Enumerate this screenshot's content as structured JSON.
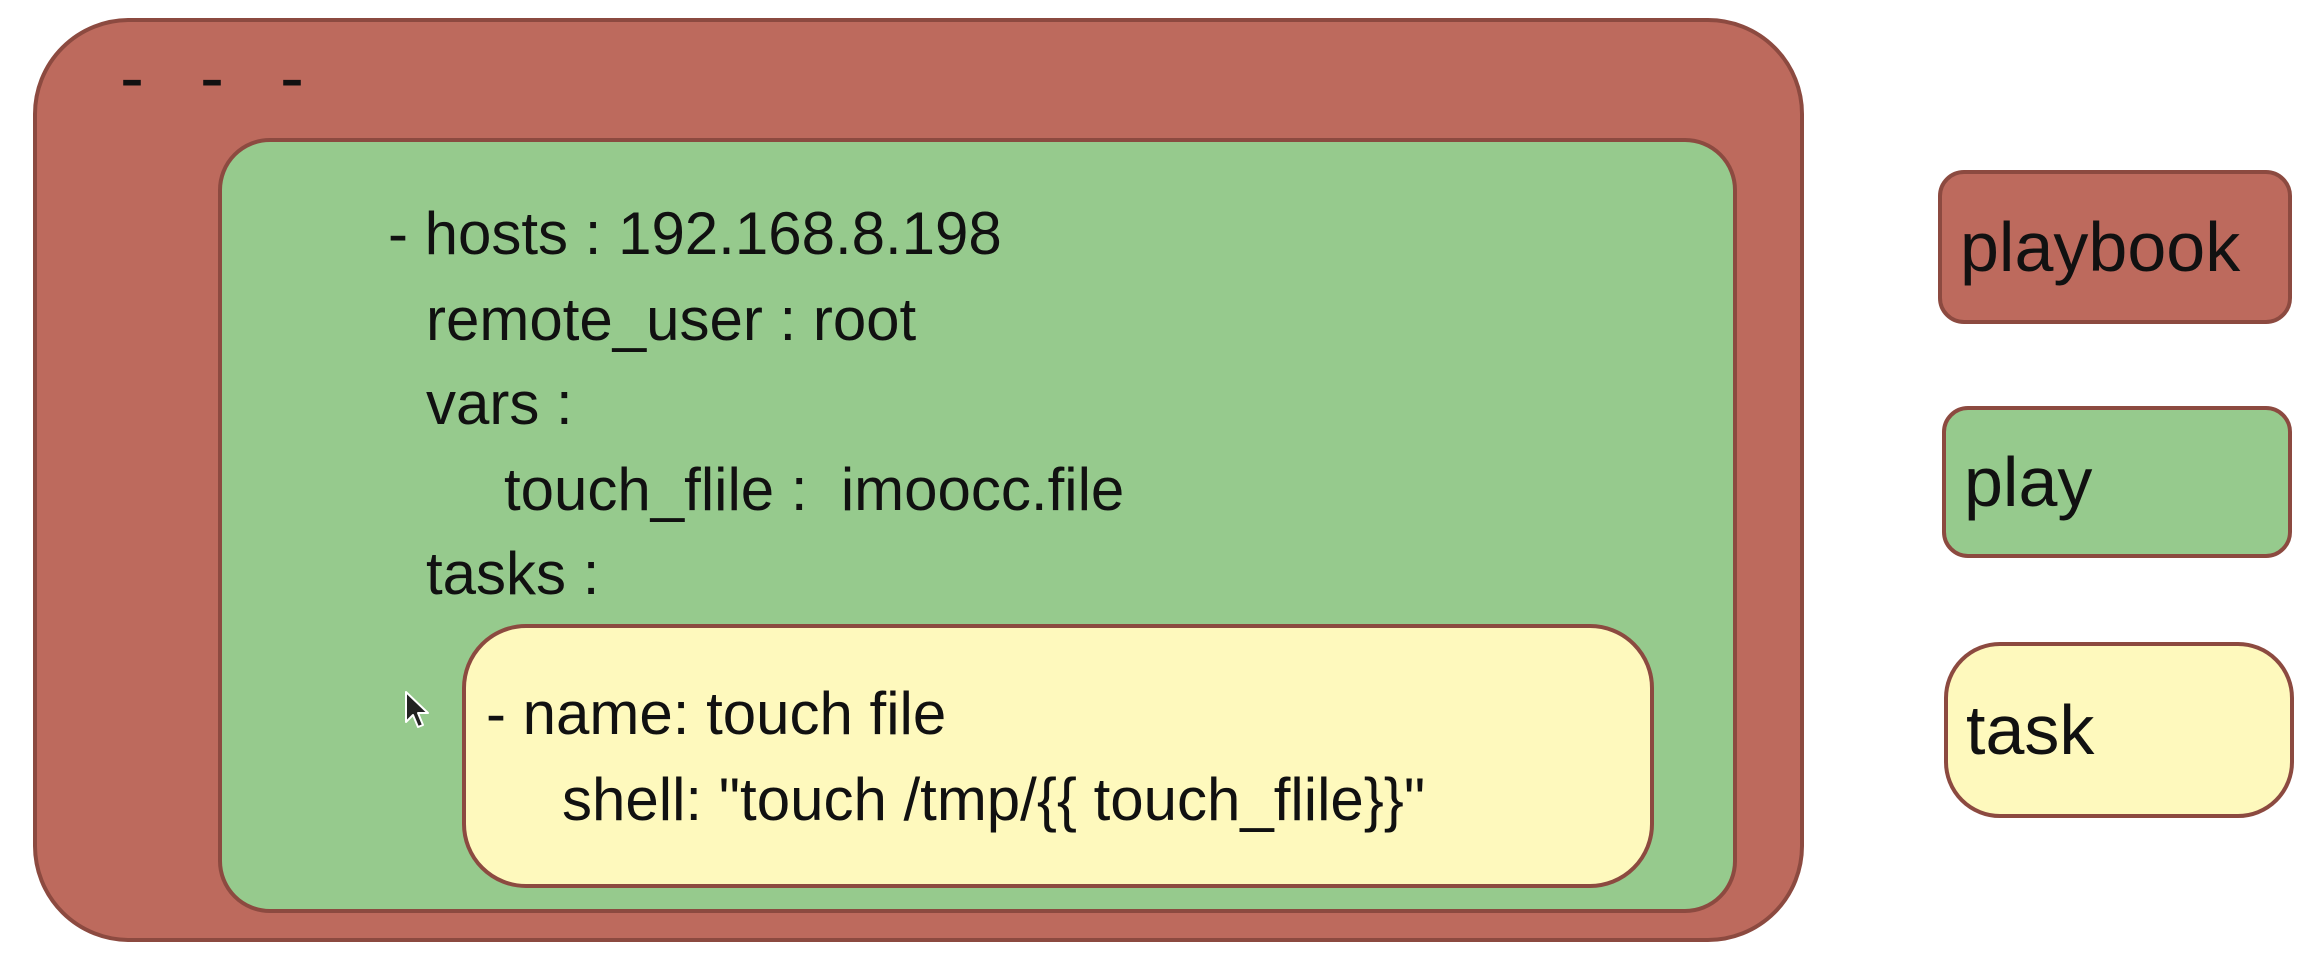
{
  "colors": {
    "playbook": "#bd6a5d",
    "play": "#96ca8d",
    "task": "#fef9bd",
    "border": "#8c4a40"
  },
  "playbook": {
    "doc_marker": "- - -",
    "play": {
      "hosts_line": "- hosts : 192.168.8.198",
      "remote_user_line": "remote_user : root",
      "vars_line": "vars :",
      "touch_file_line": "touch_flile :  imoocc.file",
      "tasks_line": "tasks :",
      "task": {
        "name_line": "- name: touch file",
        "shell_line": "shell: \"touch /tmp/{{ touch_flile}}\""
      }
    }
  },
  "legend": {
    "playbook_label": "playbook",
    "play_label": "play",
    "task_label": "task"
  },
  "icons": {
    "cursor": "mouse-pointer-icon"
  }
}
